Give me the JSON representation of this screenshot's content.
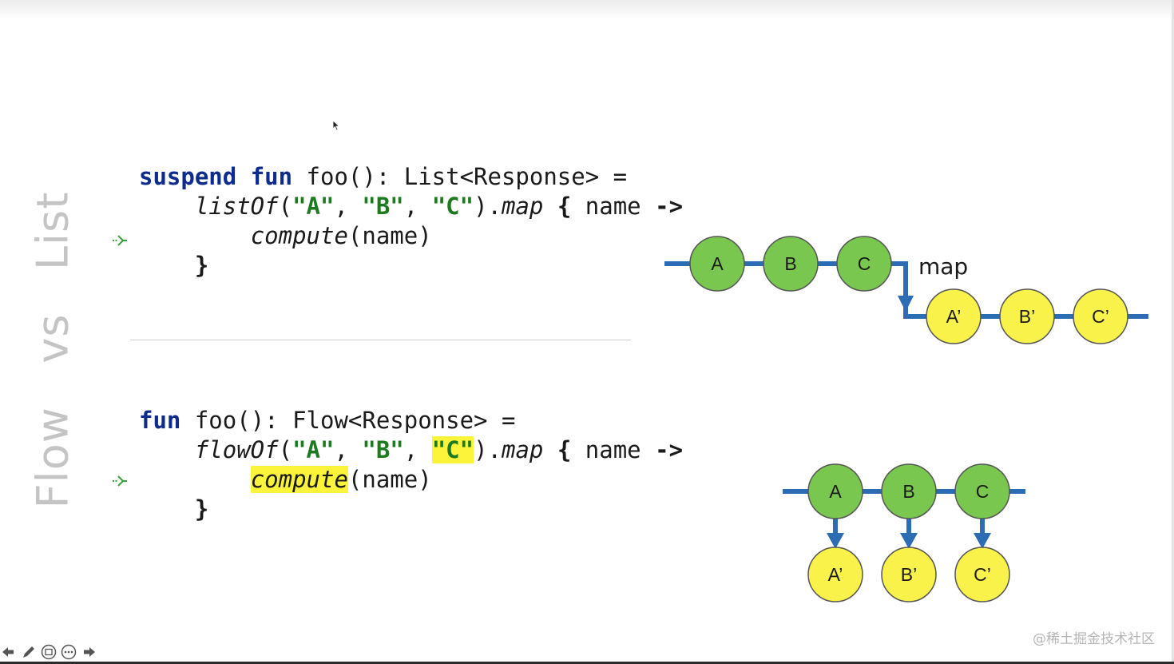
{
  "side_title": "Flow   vs   List",
  "code_list": {
    "line1": {
      "kw1": "suspend",
      "kw2": "fun",
      "rest": " foo(): List<Response> ="
    },
    "line2": {
      "fn": "listOf",
      "open": "(",
      "s1": "\"A\"",
      "sep1": ", ",
      "s2": "\"B\"",
      "sep2": ", ",
      "s3": "\"C\"",
      "close": ").",
      "op": "map",
      "tail_brace": "{",
      "tail": " name ",
      "arrow": "->"
    },
    "line3": {
      "call": "compute",
      "args": "(name)"
    },
    "line4": {
      "brace": "}"
    }
  },
  "code_flow": {
    "line1": {
      "kw": "fun",
      "rest": " foo(): Flow<Response> ="
    },
    "line2": {
      "fn": "flowOf",
      "open": "(",
      "s1": "\"A\"",
      "sep1": ", ",
      "s2": "\"B\"",
      "sep2": ", ",
      "s3": "\"C\"",
      "close": ").",
      "op": "map",
      "tail_brace": "{",
      "tail": " name ",
      "arrow": "->"
    },
    "line3": {
      "call": "compute",
      "args": "(name)"
    },
    "line4": {
      "brace": "}"
    }
  },
  "diagram_list": {
    "inputs": [
      "A",
      "B",
      "C"
    ],
    "outputs": [
      "A’",
      "B’",
      "C’"
    ],
    "op_label": "map"
  },
  "diagram_flow": {
    "inputs": [
      "A",
      "B",
      "C"
    ],
    "outputs": [
      "A’",
      "B’",
      "C’"
    ]
  },
  "colors": {
    "line": "#2b6cb5",
    "input_fill": "#7ac74f",
    "output_fill": "#f8f24a",
    "keyword": "#0d2c8c",
    "string": "#1e7a1e",
    "highlight": "#fbf43a"
  },
  "toolbar": {
    "buttons": [
      "arrow-left-icon",
      "pen-icon",
      "slides-icon",
      "more-icon",
      "arrow-right-icon"
    ]
  },
  "watermark": "@稀土掘金技术社区"
}
